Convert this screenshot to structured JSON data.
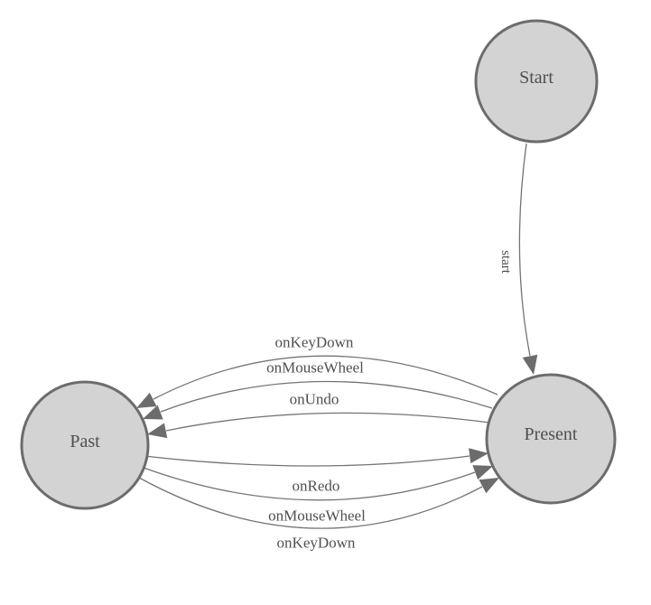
{
  "diagram": {
    "type": "state-machine",
    "nodes": [
      {
        "id": "start",
        "label": "Start"
      },
      {
        "id": "past",
        "label": "Past"
      },
      {
        "id": "present",
        "label": "Present"
      }
    ],
    "edges": [
      {
        "from": "Start",
        "to": "Present",
        "label": "start"
      },
      {
        "from": "Present",
        "to": "Past",
        "label": "onKeyDown"
      },
      {
        "from": "Present",
        "to": "Past",
        "label": "onMouseWheel"
      },
      {
        "from": "Present",
        "to": "Past",
        "label": "onUndo"
      },
      {
        "from": "Past",
        "to": "Present",
        "label": "onRedo"
      },
      {
        "from": "Past",
        "to": "Present",
        "label": "onMouseWheel"
      },
      {
        "from": "Past",
        "to": "Present",
        "label": "onKeyDown"
      }
    ]
  },
  "colors": {
    "node_fill": "#d3d3d3",
    "node_stroke": "#6c6c6c",
    "edge_color": "#747474",
    "arrow_color": "#6c6c6c",
    "text_color": "#4e4f51",
    "background": "#ffffff"
  }
}
